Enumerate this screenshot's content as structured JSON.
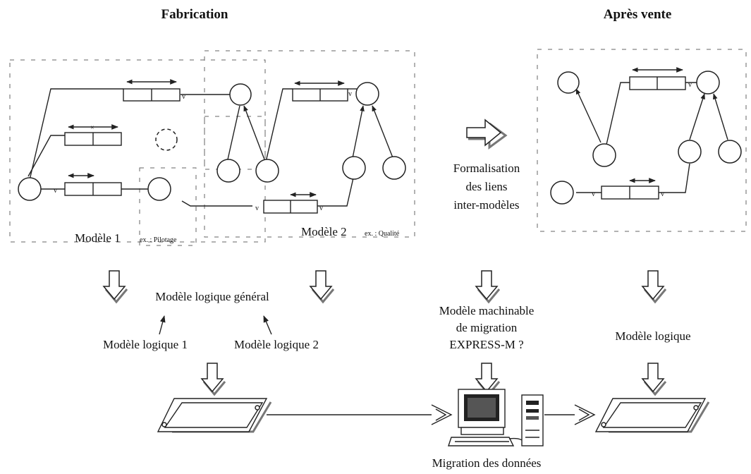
{
  "sections": {
    "fabrication": "Fabrication",
    "apres_vente": "Après vente"
  },
  "models": {
    "model1": "Modèle 1",
    "model1_ex": "ex. : Pilotage",
    "model2": "Modèle 2",
    "model2_ex": "ex. : Qualité"
  },
  "formalisation": [
    "Formalisation",
    "des liens",
    "inter-modèles"
  ],
  "logic": {
    "general": "Modèle logique général",
    "logic1": "Modèle logique 1",
    "logic2": "Modèle logique 2",
    "machinable": [
      "Modèle machinable",
      "de migration",
      "EXPRESS-M ?"
    ],
    "after": "Modèle logique"
  },
  "migration_label": "Migration des données"
}
